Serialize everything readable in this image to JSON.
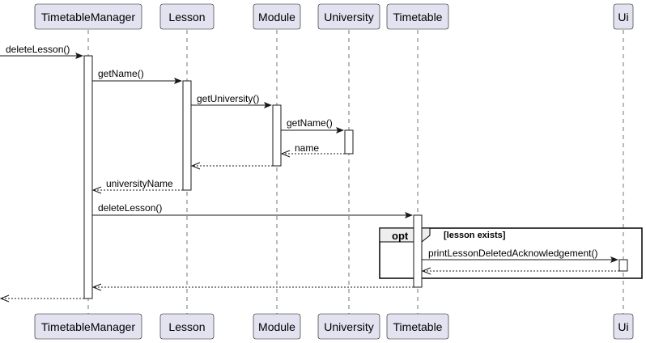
{
  "participants": [
    {
      "id": "tm",
      "label": "TimetableManager"
    },
    {
      "id": "lesson",
      "label": "Lesson"
    },
    {
      "id": "module",
      "label": "Module"
    },
    {
      "id": "university",
      "label": "University"
    },
    {
      "id": "timetable",
      "label": "Timetable"
    },
    {
      "id": "ui",
      "label": "Ui"
    }
  ],
  "messages": [
    {
      "id": "m1",
      "label": "deleteLesson()",
      "type": "sync"
    },
    {
      "id": "m2",
      "label": "getName()",
      "type": "sync"
    },
    {
      "id": "m3",
      "label": "getUniversity()",
      "type": "sync"
    },
    {
      "id": "m4",
      "label": "getName()",
      "type": "sync"
    },
    {
      "id": "m5",
      "label": "name",
      "type": "return"
    },
    {
      "id": "m6",
      "label": "",
      "type": "return"
    },
    {
      "id": "m7",
      "label": "universityName",
      "type": "return"
    },
    {
      "id": "m8",
      "label": "deleteLesson()",
      "type": "sync"
    },
    {
      "id": "m9",
      "label": "printLessonDeletedAcknowledgement()",
      "type": "sync"
    },
    {
      "id": "m10",
      "label": "",
      "type": "return"
    },
    {
      "id": "m11",
      "label": "",
      "type": "return"
    },
    {
      "id": "m12",
      "label": "",
      "type": "return"
    }
  ],
  "fragment": {
    "keyword": "opt",
    "guard": "[lesson exists]"
  }
}
